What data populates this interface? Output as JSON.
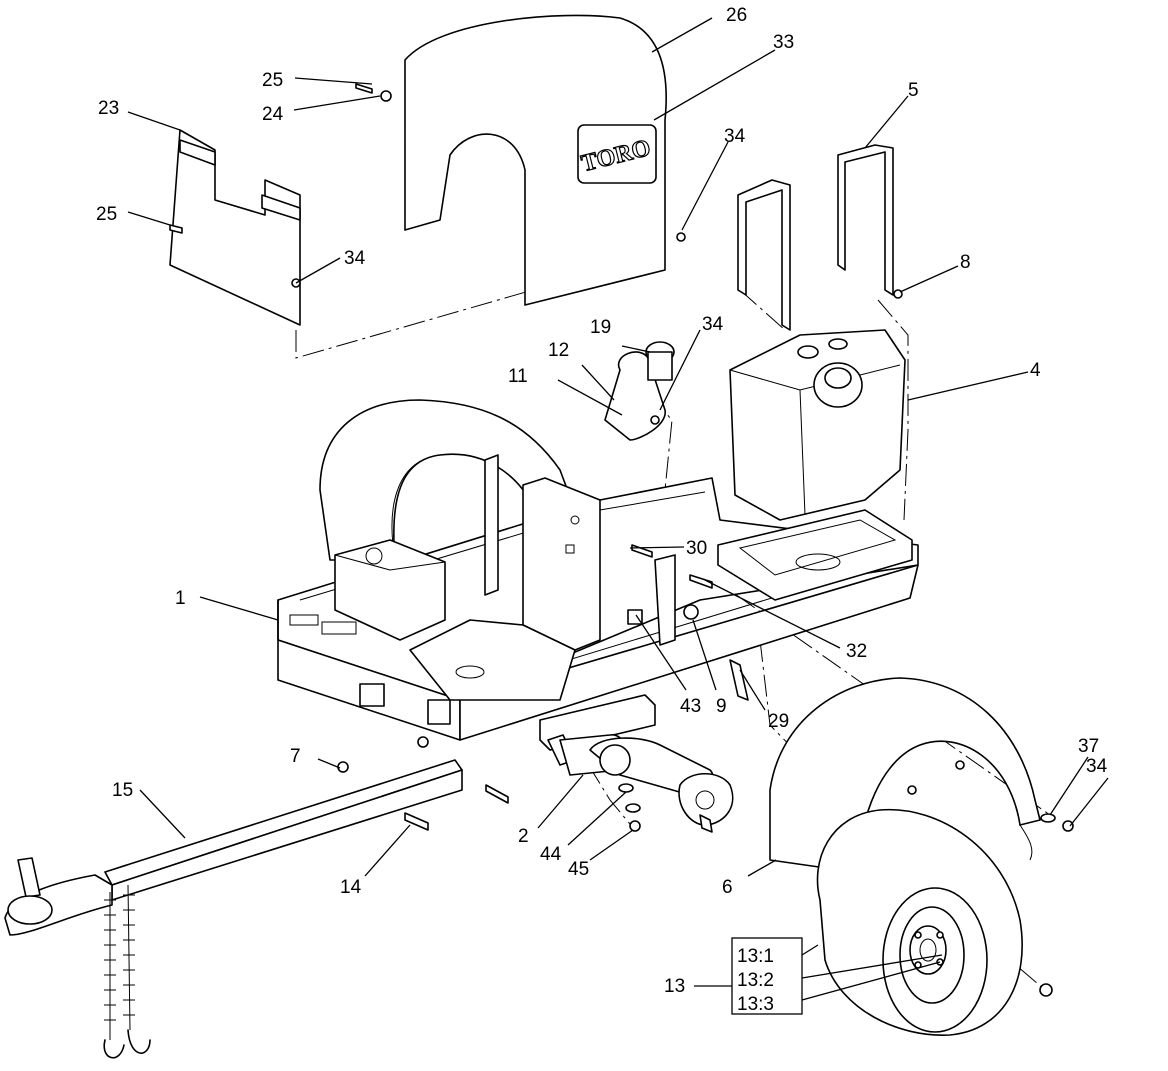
{
  "diagram": {
    "callouts": {
      "c1": "1",
      "c2": "2",
      "c4": "4",
      "c5": "5",
      "c6": "6",
      "c7": "7",
      "c8": "8",
      "c9": "9",
      "c11": "11",
      "c12": "12",
      "c13": "13",
      "c13_1": "13:1",
      "c13_2": "13:2",
      "c13_3": "13:3",
      "c14": "14",
      "c15": "15",
      "c19": "19",
      "c23": "23",
      "c24": "24",
      "c25a": "25",
      "c25b": "25",
      "c26": "26",
      "c29": "29",
      "c30": "30",
      "c32": "32",
      "c33": "33",
      "c34a": "34",
      "c34b": "34",
      "c34c": "34",
      "c34d": "34",
      "c37": "37",
      "c43": "43",
      "c44": "44",
      "c45": "45"
    },
    "logo_text": "TORO"
  }
}
